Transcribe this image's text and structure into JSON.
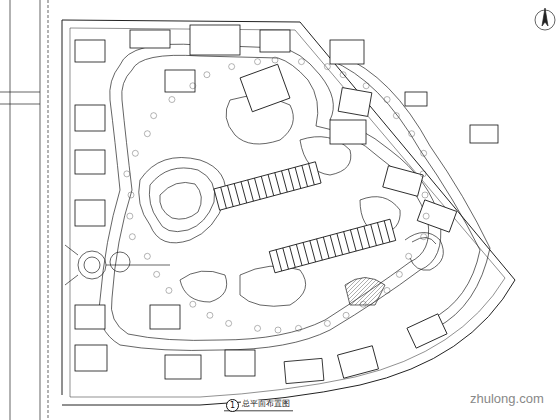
{
  "diagram": {
    "title": "总平面布置图",
    "labels": [
      "1",
      "zhulong.com"
    ]
  }
}
